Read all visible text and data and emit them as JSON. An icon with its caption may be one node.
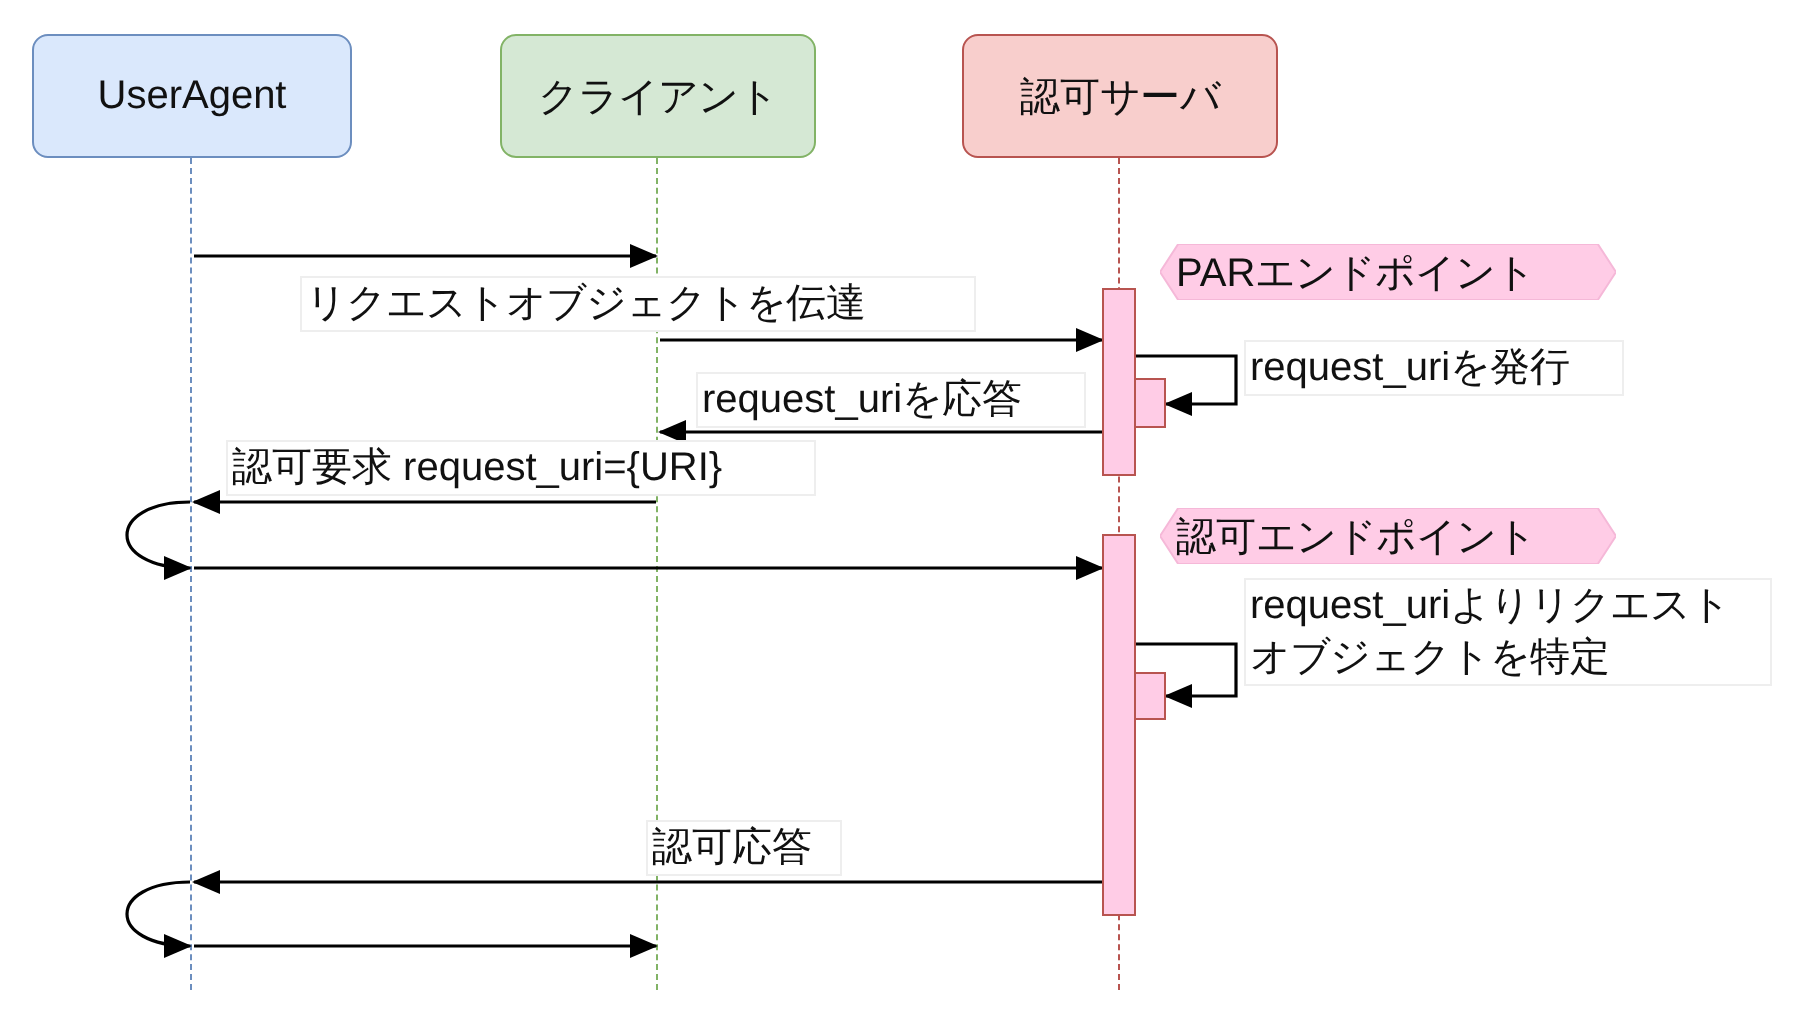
{
  "diagram": {
    "nodes": [
      {
        "text": [
          "UserAgent"
        ]
      },
      {
        "text": [
          "クライアント"
        ]
      },
      {
        "text": [
          "認可サーバ"
        ]
      },
      {
        "text": [],
        "shape": "line"
      },
      {
        "text": [],
        "shape": "line"
      },
      {
        "text": [],
        "shape": "line"
      },
      {
        "text": [],
        "shape": "bar"
      },
      {
        "text": [],
        "shape": "bar"
      },
      {
        "text": [
          "PARエンドポイント"
        ]
      },
      {
        "text": [],
        "shape": "bar"
      },
      {
        "text": [],
        "shape": "bar"
      },
      {
        "text": [
          "認可エンドポイント"
        ]
      }
    ],
    "edges": [
      {
        "from": 3,
        "to": 4,
        "arrow": "to"
      },
      {
        "from": 4,
        "to": 6,
        "arrow": "to",
        "label": "リクエストオブジェクトを伝達"
      },
      {
        "from": 6,
        "to": 7,
        "arrow": "to",
        "label": "request_uriを発行"
      },
      {
        "from": 6,
        "to": 4,
        "arrow": "to",
        "label": "request_uriを応答"
      },
      {
        "from": 4,
        "to": 3,
        "arrow": "to",
        "label": "認可要求 request_uri={URI}"
      },
      {
        "from": 3,
        "to": 3,
        "arrow": "to"
      },
      {
        "from": 3,
        "to": 9,
        "arrow": "to"
      },
      {
        "from": 9,
        "to": 10,
        "arrow": "to",
        "label": "request_uriよりリクエストオブジェクトを特定"
      },
      {
        "from": 9,
        "to": 3,
        "arrow": "to",
        "label": "認可応答"
      },
      {
        "from": 3,
        "to": 3,
        "arrow": "to"
      },
      {
        "from": 3,
        "to": 4,
        "arrow": "to"
      }
    ]
  }
}
